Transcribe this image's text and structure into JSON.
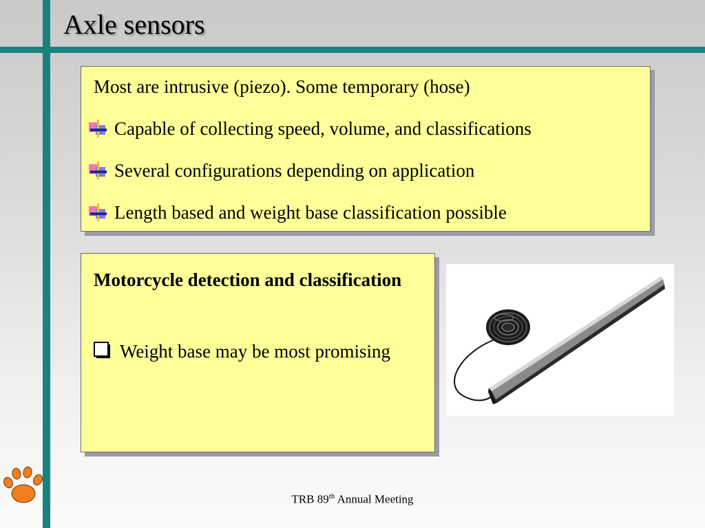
{
  "slide": {
    "title": "Axle sensors",
    "box1": {
      "intro": "Most are intrusive (piezo).  Some temporary (hose)",
      "bullets": [
        "Capable of collecting speed, volume, and classifications",
        "Several configurations depending on application",
        "Length based and weight base classification possible"
      ]
    },
    "box2": {
      "heading": "Motorcycle detection and classification",
      "item": "Weight base may be most promising"
    }
  },
  "footer": {
    "prefix": "TRB 89",
    "superscript": "th",
    "suffix": " Annual Meeting"
  },
  "colors": {
    "accent_lines": "#17837f",
    "box_fill": "#ffff99",
    "paw": "#f07f1c"
  },
  "icons": {
    "bullet": "cross-bullet-icon",
    "checkbox": "checkbox-icon",
    "logo": "tiger-paw-icon"
  }
}
